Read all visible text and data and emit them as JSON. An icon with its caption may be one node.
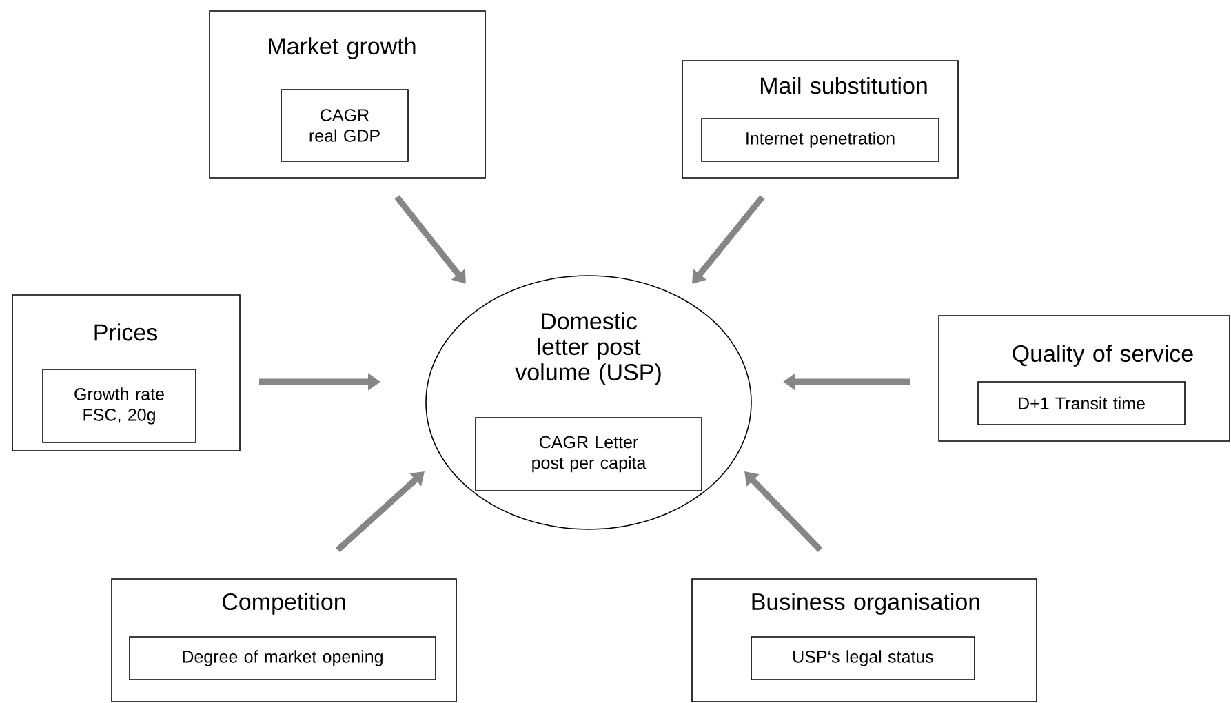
{
  "diagram": {
    "nodes": [
      {
        "text": [
          "Market growth"
        ]
      },
      {
        "text": [
          "CAGR real GDP"
        ],
        "in": 0
      },
      {
        "text": [
          "Mail substitution"
        ]
      },
      {
        "text": [
          "Internet penetration"
        ],
        "in": 2
      },
      {
        "text": [
          "Prices"
        ]
      },
      {
        "text": [
          "Growth rate FSC, 20g"
        ],
        "in": 4
      },
      {
        "text": [
          "Domestic letter post volume (USP)"
        ]
      },
      {
        "text": [
          "CAGR Letter post per capita"
        ],
        "in": 6
      },
      {
        "text": [
          "Quality of service"
        ]
      },
      {
        "text": [
          "D+1 Transit time"
        ],
        "in": 8
      },
      {
        "text": [
          "Competition"
        ]
      },
      {
        "text": [
          "Degree of market opening"
        ],
        "in": 10
      },
      {
        "text": [
          "Business organisation"
        ]
      },
      {
        "text": [
          "USP‘s legal status"
        ],
        "in": 12
      }
    ],
    "edges": [
      {
        "from": 0,
        "to": 6,
        "arrow": "to"
      },
      {
        "from": 2,
        "to": 6,
        "arrow": "to"
      },
      {
        "from": 4,
        "to": 6,
        "arrow": "to"
      },
      {
        "from": 8,
        "to": 6,
        "arrow": "to"
      },
      {
        "from": 10,
        "to": 6,
        "arrow": "to"
      },
      {
        "from": 12,
        "to": 6,
        "arrow": "to"
      }
    ]
  }
}
